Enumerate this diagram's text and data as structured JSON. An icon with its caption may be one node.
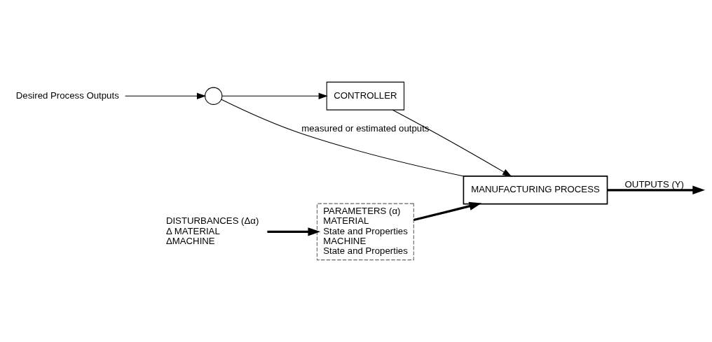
{
  "diagram": {
    "nodes": [
      {
        "text": [
          "Desired Process Outputs"
        ]
      },
      {
        "text": [],
        "shape": "circle"
      },
      {
        "text": [
          "CONTROLLER"
        ]
      },
      {
        "text": [
          "MANUFACTURING PROCESS"
        ]
      },
      {
        "text": [
          "PARAMETERS (α)",
          "MATERIAL",
          "State and Properties",
          "MACHINE",
          "State and Properties"
        ]
      },
      {
        "text": [
          "DISTURBANCES (Δα)",
          "Δ MATERIAL",
          "ΔMACHINE"
        ]
      }
    ],
    "edges": [
      {
        "from": 0,
        "to": 1,
        "arrow": "to"
      },
      {
        "from": 1,
        "to": 2,
        "arrow": "to"
      },
      {
        "from": 2,
        "to": 3,
        "arrow": "to"
      },
      {
        "from": 3,
        "to": null,
        "arrow": "to",
        "label": "OUTPUTS (Y)",
        "style": "thick"
      },
      {
        "from": 3,
        "to": 1,
        "arrow": "none",
        "label": "measured or estimated outputs"
      },
      {
        "from": 4,
        "to": 3,
        "arrow": "to",
        "style": "thick"
      },
      {
        "from": 5,
        "to": 4,
        "arrow": "to",
        "style": "thick"
      }
    ]
  }
}
